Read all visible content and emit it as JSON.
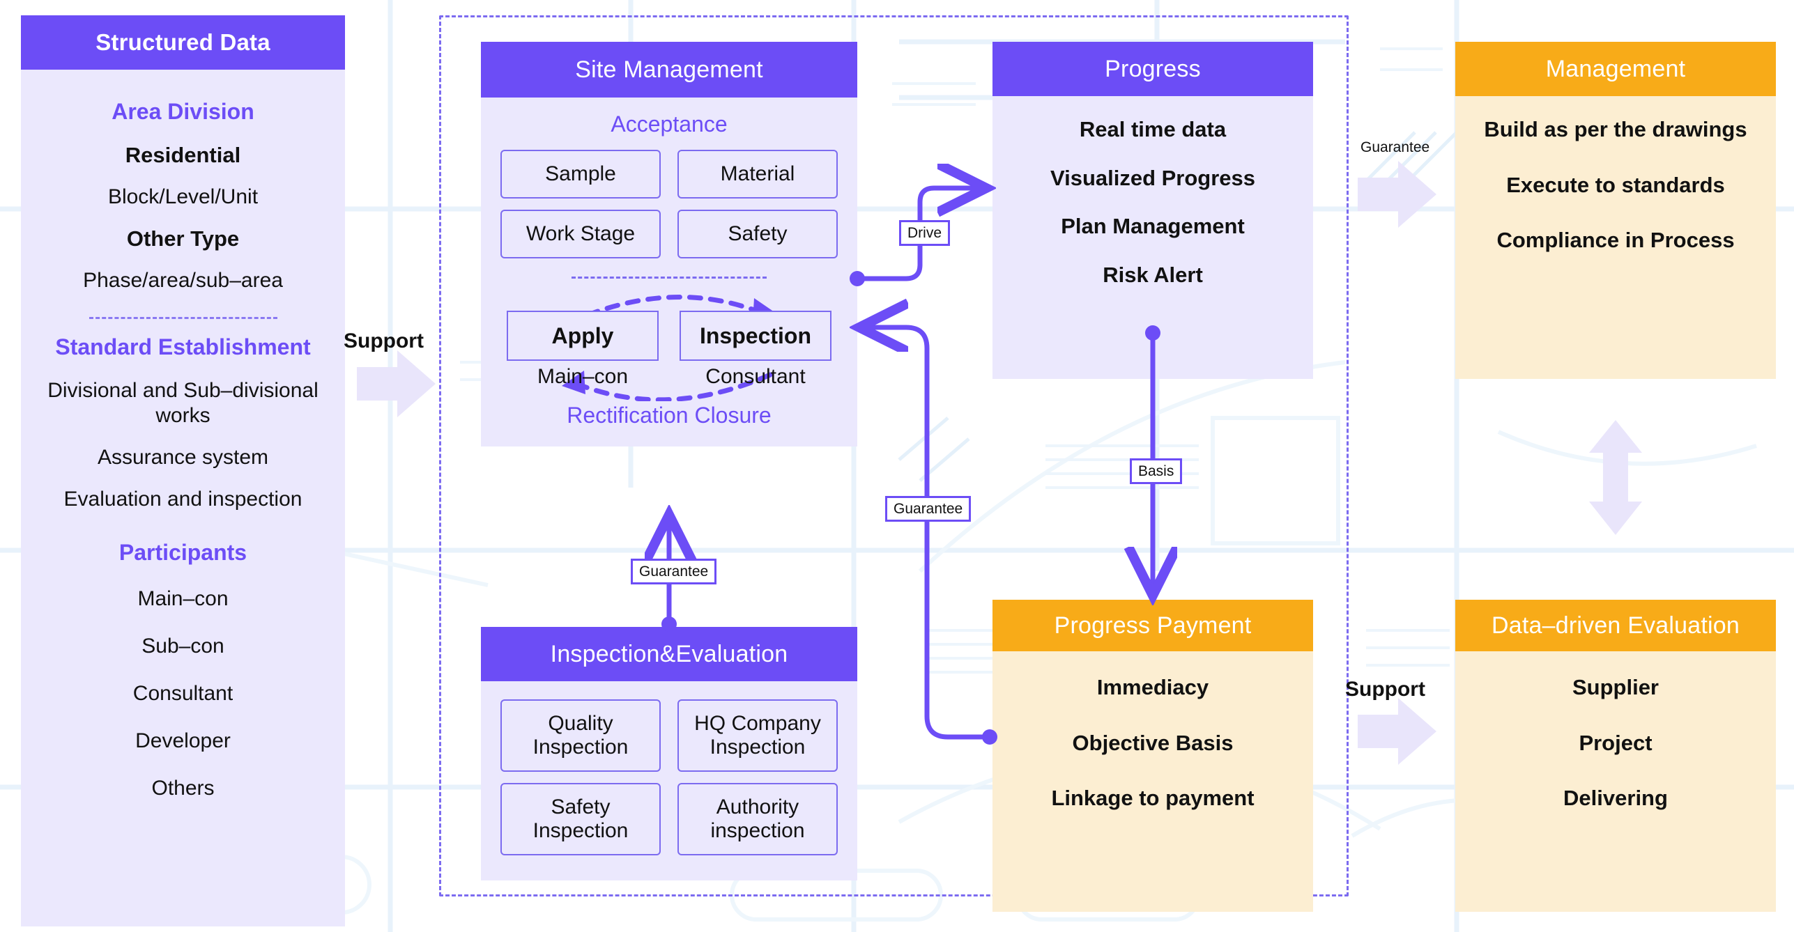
{
  "diagram": {
    "title": "Construction Site Digital Management Flow",
    "colors": {
      "purple_header": "#6c4df6",
      "purple_body": "#ebe8fd",
      "orange_header": "#f8ab18",
      "orange_body": "#fceed2",
      "connector": "#6c4df6",
      "pale_arrow": "#e9e5fb"
    }
  },
  "structured_data": {
    "title": "Structured Data",
    "sections": [
      {
        "heading": "Area Division",
        "items": [
          {
            "text": "Residential",
            "emphasis": "bold"
          },
          {
            "text": "Block/Level/Unit",
            "emphasis": "normal"
          },
          {
            "text": "Other Type",
            "emphasis": "bold"
          },
          {
            "text": "Phase/area/sub–area",
            "emphasis": "normal"
          }
        ]
      },
      {
        "heading": "Standard Establishment",
        "items": [
          {
            "text": "Divisional and Sub–divisional works",
            "emphasis": "normal"
          },
          {
            "text": "Assurance system",
            "emphasis": "normal"
          },
          {
            "text": "Evaluation and inspection",
            "emphasis": "normal"
          }
        ]
      },
      {
        "heading": "Participants",
        "items": [
          {
            "text": "Main–con",
            "emphasis": "normal"
          },
          {
            "text": "Sub–con",
            "emphasis": "normal"
          },
          {
            "text": "Consultant",
            "emphasis": "normal"
          },
          {
            "text": "Developer",
            "emphasis": "normal"
          },
          {
            "text": "Others",
            "emphasis": "normal"
          }
        ]
      }
    ]
  },
  "site_management": {
    "title": "Site Management",
    "acceptance_label": "Acceptance",
    "acceptance_items": [
      "Sample",
      "Material",
      "Work Stage",
      "Safety"
    ],
    "cycle": {
      "left": {
        "box": "Apply",
        "sub": "Main–con"
      },
      "right": {
        "box": "Inspection",
        "sub": "Consultant"
      }
    },
    "closure_label": "Rectification Closure"
  },
  "inspection_evaluation": {
    "title": "Inspection&Evaluation",
    "items": [
      "Quality Inspection",
      "HQ Company Inspection",
      "Safety Inspection",
      "Authority inspection"
    ]
  },
  "progress": {
    "title": "Progress",
    "items": [
      "Real time data",
      "Visualized Progress",
      "Plan Management",
      "Risk Alert"
    ]
  },
  "management": {
    "title": "Management",
    "items": [
      "Build as per the drawings",
      "Execute to standards",
      "Compliance in Process"
    ]
  },
  "progress_payment": {
    "title": "Progress Payment",
    "items": [
      "Immediacy",
      "Objective Basis",
      "Linkage to payment"
    ]
  },
  "data_driven_evaluation": {
    "title": "Data–driven Evaluation",
    "items": [
      "Supplier",
      "Project",
      "Delivering"
    ]
  },
  "connector_labels": {
    "drive": "Drive",
    "guarantee_payment": "Guarantee",
    "guarantee_inspection": "Guarantee",
    "basis": "Basis",
    "guarantee_management": "Guarantee",
    "support_left": "Support",
    "support_right": "Support"
  }
}
